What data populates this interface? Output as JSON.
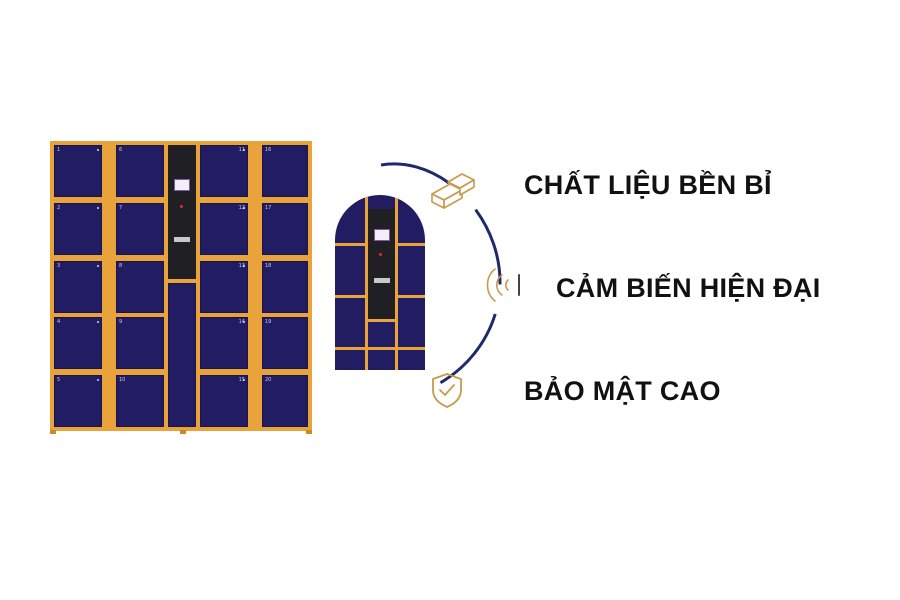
{
  "features": [
    {
      "icon": "wood-planks-icon",
      "label": "CHẤT LIỆU BỀN BỈ"
    },
    {
      "icon": "sensor-waves-icon",
      "label": "CẢM BIẾN HIỆN ĐẠI"
    },
    {
      "icon": "shield-check-icon",
      "label": "BẢO MẬT CAO"
    }
  ],
  "locker_numbers": {
    "col1": [
      "1",
      "2",
      "3",
      "4",
      "5"
    ],
    "col2": [
      "6",
      "7",
      "8",
      "9",
      "10"
    ],
    "col4": [
      "11",
      "12",
      "13",
      "14",
      "15"
    ],
    "col5": [
      "16",
      "17",
      "18",
      "19",
      "20"
    ]
  },
  "colors": {
    "frame": "#e8a33a",
    "door": "#221c63",
    "arc": "#1f2a6b",
    "icon_gold": "#c99a4a",
    "text": "#111111"
  }
}
